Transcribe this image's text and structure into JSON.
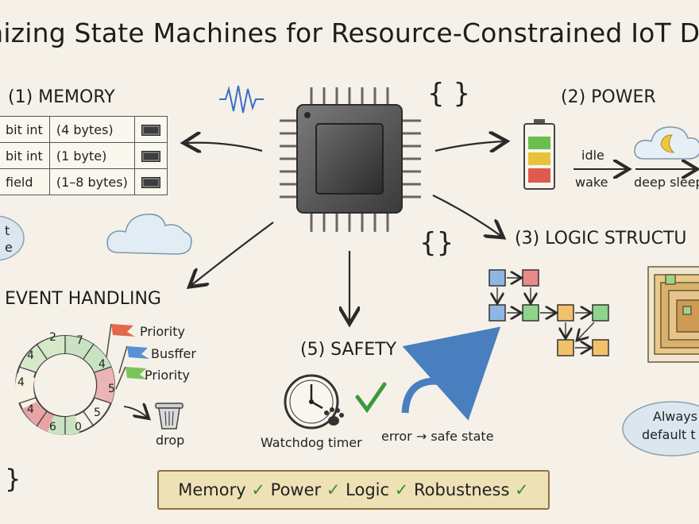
{
  "title": "mizing State Machines for Resource-Constrained IoT De",
  "braces_top": "{ }",
  "braces_mid": "{}",
  "braces_bottom": "}",
  "memory": {
    "heading": "(1) MEMORY",
    "rows": [
      {
        "type": "bit int",
        "size": "(4 bytes)"
      },
      {
        "type": "bit int",
        "size": "(1 byte)"
      },
      {
        "type": "field",
        "size": "(1–8 bytes)"
      }
    ],
    "bubble": [
      "t",
      "e"
    ]
  },
  "power": {
    "heading": "(2) POWER",
    "idle_label": "idle",
    "wake_label": "wake",
    "sleep_label": "deep sleep",
    "battery_colors": [
      "#e05a4e",
      "#e8c23a",
      "#6bbf4e"
    ]
  },
  "logic": {
    "heading": "(3) LOGIC STRUCTU"
  },
  "events": {
    "heading": "EVENT HANDLING",
    "flags": [
      "Priority",
      "Busffer",
      "Priority"
    ],
    "ring_numbers": [
      "2",
      "7",
      "4",
      "5",
      "5",
      "0",
      "6",
      "4",
      "4",
      "4"
    ],
    "drop_label": "drop"
  },
  "safety": {
    "heading": "(5) SAFETY",
    "watchdog_label": "Watchdog timer",
    "error_label": "error → safe state"
  },
  "always_bubble": [
    "Always",
    "default t"
  ],
  "banner": {
    "items": [
      "Memory",
      "Power",
      "Logic",
      "Robustness"
    ],
    "check": "✓"
  }
}
